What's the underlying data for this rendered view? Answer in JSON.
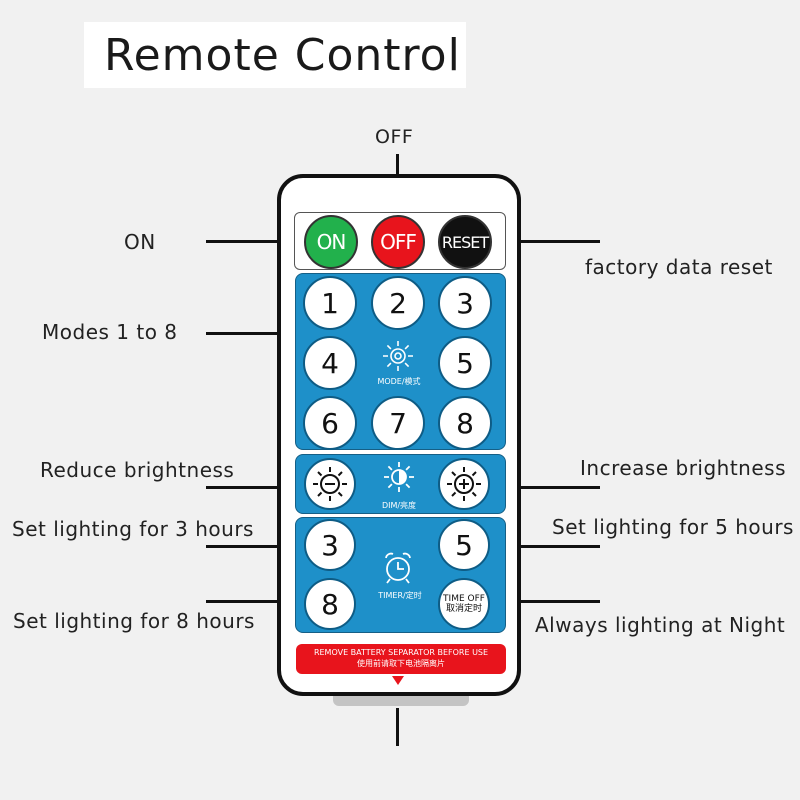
{
  "title": "Remote Control",
  "labels": {
    "off": "OFF",
    "on": "ON",
    "reset": "factory data reset",
    "modes": "Modes 1 to 8",
    "reduce": "Reduce brightness",
    "increase": "Increase brightness",
    "timer3": "Set lighting for 3 hours",
    "timer5": "Set lighting for 5 hours",
    "timer8": "Set lighting for 8 hours",
    "timeoff": "Always lighting at Night"
  },
  "buttons": {
    "on": "ON",
    "off": "OFF",
    "reset": "RESET",
    "modes": [
      "1",
      "2",
      "3",
      "4",
      "5",
      "6",
      "7",
      "8"
    ],
    "timer3": "3",
    "timer5": "5",
    "timer8": "8",
    "timeoff_line1": "TIME OFF",
    "timeoff_line2": "取消定时"
  },
  "captions": {
    "mode": "MODE/模式",
    "dim": "DIM/亮度",
    "timer": "TIMER/定时"
  },
  "banner": {
    "line1": "REMOVE BATTERY SEPARATOR BEFORE USE",
    "line2": "使用前请取下电池隔离片"
  },
  "colors": {
    "on": "#22b14c",
    "off": "#e8141c",
    "reset": "#111111",
    "panel": "#1e90c9"
  },
  "icons": {
    "mode": "gear-icon",
    "dim_minus": "sun-minus-icon",
    "dim": "half-sun-icon",
    "dim_plus": "sun-plus-icon",
    "timer": "alarm-clock-icon",
    "pointer": "arrow-down-icon"
  }
}
